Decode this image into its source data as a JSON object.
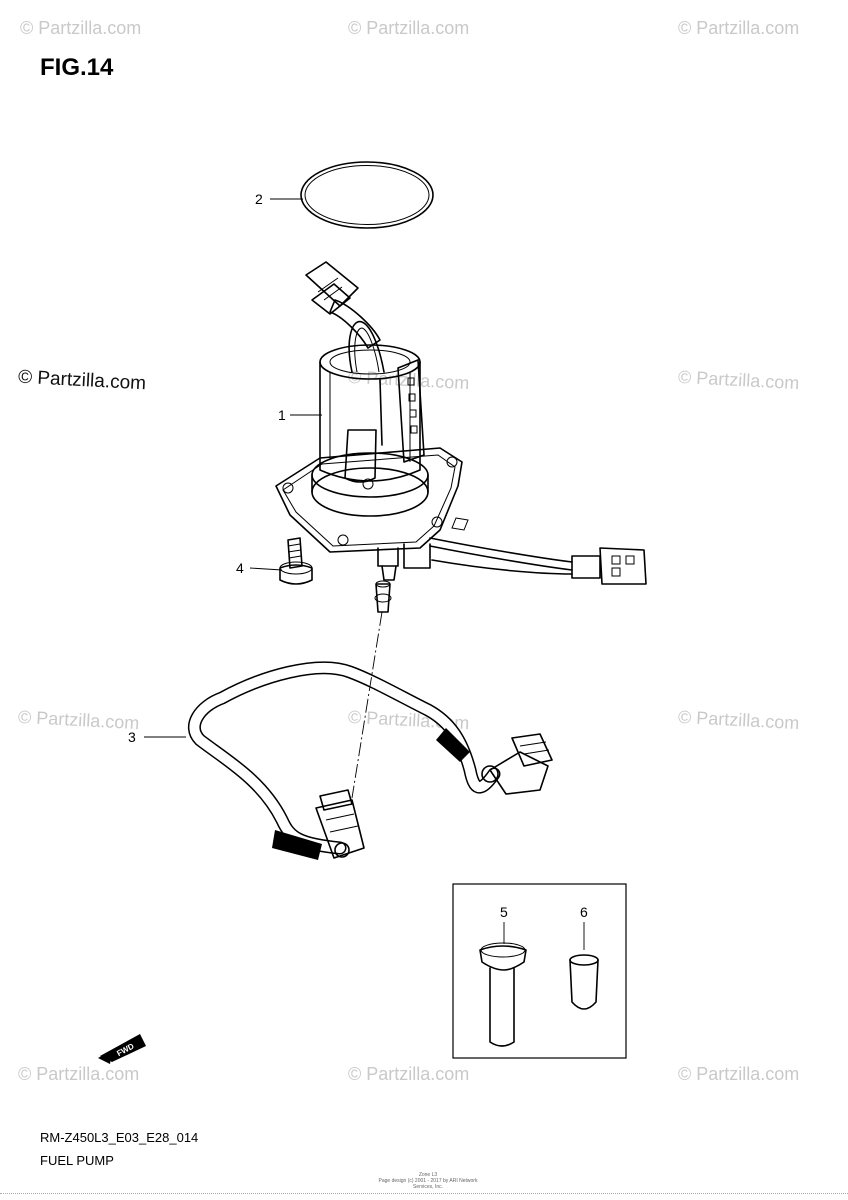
{
  "figure": {
    "title": "FIG.14"
  },
  "watermarks": {
    "text": "© Partzilla.com",
    "items": [
      "© Partzilla.com",
      "© Partzilla.com",
      "© Partzilla.com",
      "© Partzilla.com",
      "© Partzilla.com",
      "© Partzilla.com",
      "© Partzilla.com",
      "© Partzilla.com",
      "© Partzilla.com",
      "© Partzilla.com",
      "© Partzilla.com",
      "© Partzilla.com"
    ],
    "highlight": "© Partzilla.com"
  },
  "callouts": [
    "1",
    "2",
    "3",
    "4",
    "5",
    "6"
  ],
  "fwd_label": "FWD",
  "footer": {
    "code": "RM-Z450L3_E03_E28_014",
    "name": "FUEL PUMP"
  },
  "fine_print": {
    "line1": "Zone L3",
    "line2": "Page design (c) 2001 - 2017 by ARI Network Services, Inc."
  }
}
